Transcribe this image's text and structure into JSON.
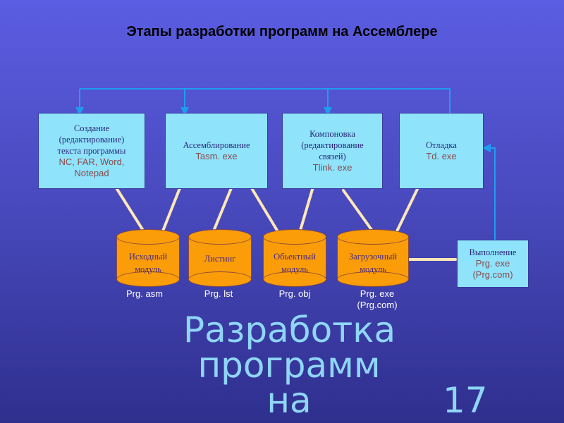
{
  "title": "Этапы разработки программ на Ассемблере",
  "stages": [
    {
      "lines": [
        "Создание",
        "(редактирование)",
        "текста программы"
      ],
      "tools": [
        "NC, FAR, Word,",
        "Notepad"
      ]
    },
    {
      "lines": [
        "Ассемблирование"
      ],
      "tools": [
        "Tasm. exe"
      ]
    },
    {
      "lines": [
        "Компоновка",
        "(редактирование",
        "связей)"
      ],
      "tools": [
        "Tlink. exe"
      ]
    },
    {
      "lines": [
        "Отладка"
      ],
      "tools": [
        "Td. exe"
      ]
    }
  ],
  "execution": {
    "label": "Выполнение",
    "tools": [
      "Prg. exe",
      "(Prg.com)"
    ]
  },
  "modules": [
    {
      "lines": [
        "Исходный",
        "модуль"
      ],
      "file": [
        "Prg. asm"
      ]
    },
    {
      "lines": [
        "Листинг"
      ],
      "file": [
        "Prg. lst"
      ]
    },
    {
      "lines": [
        "Обьектный",
        "модуль"
      ],
      "file": [
        "Prg. obj"
      ]
    },
    {
      "lines": [
        "Загрузочный",
        "модуль"
      ],
      "file": [
        "Prg. exe",
        "(Prg.com)"
      ]
    }
  ],
  "overlay_title": [
    "Разработка",
    "программ",
    "на"
  ],
  "slide_number": "17",
  "colors": {
    "box": "#8fe3fb",
    "cylinder": "#fb9d08",
    "connector": "#1e9df0"
  }
}
